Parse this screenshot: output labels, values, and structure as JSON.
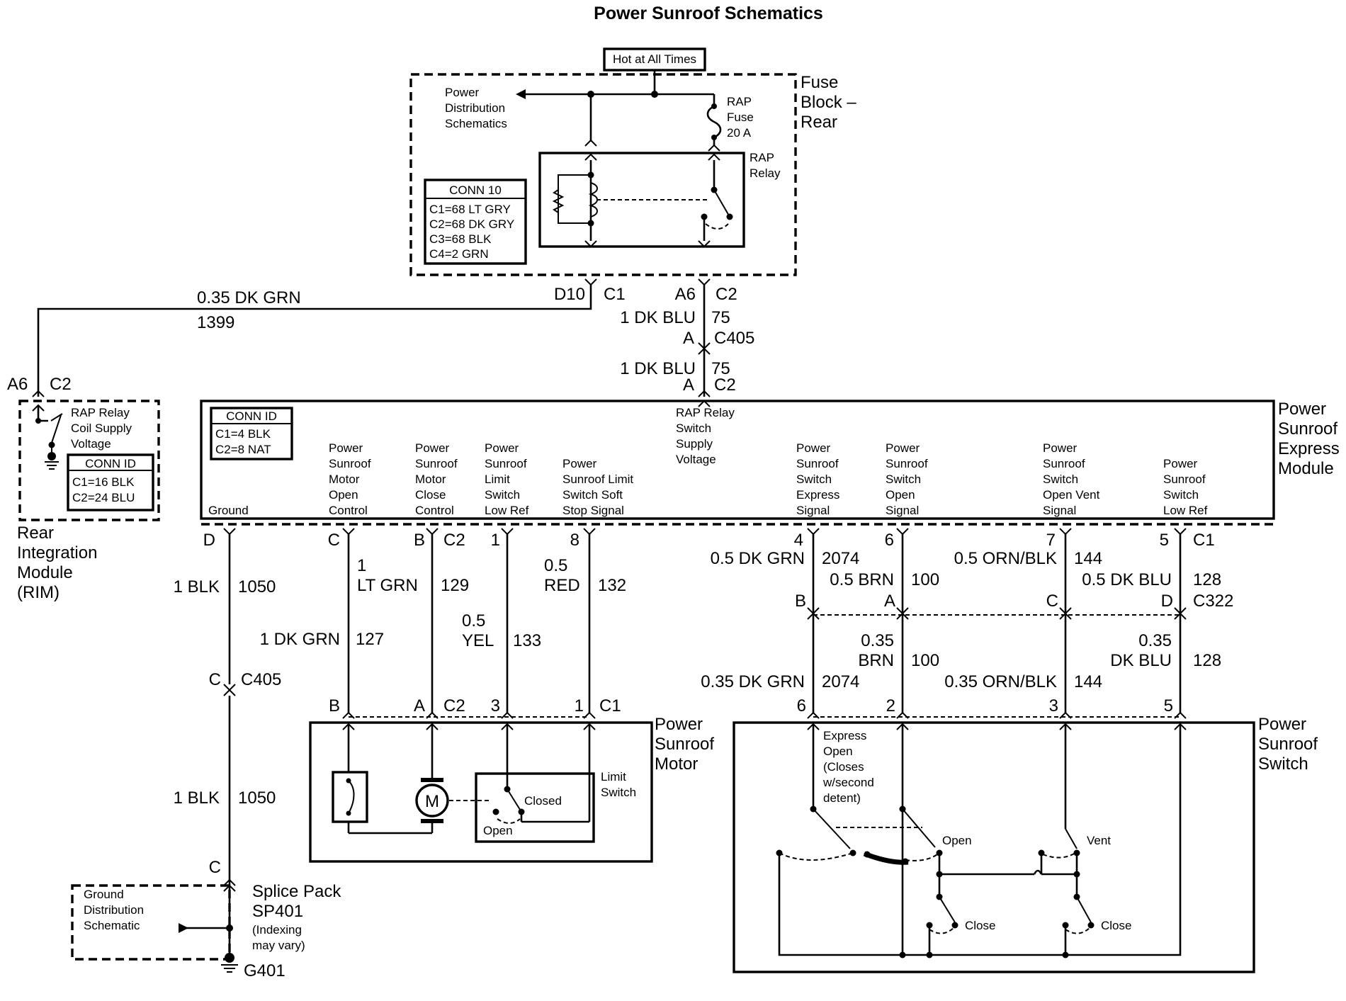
{
  "title": "Power Sunroof Schematics",
  "hot_at_all_times": "Hot at All Times",
  "fuse_block": {
    "name_lines": [
      "Fuse",
      "Block –",
      "Rear"
    ],
    "power_dist": [
      "Power",
      "Distribution",
      "Schematics"
    ],
    "rap_fuse": [
      "RAP",
      "Fuse",
      "20 A"
    ],
    "rap_relay": [
      "RAP",
      "Relay"
    ],
    "conn10": {
      "title": "CONN 10",
      "lines": [
        "C1=68 LT GRY",
        "C2=68 DK GRY",
        "C3=68 BLK",
        "C4=2 GRN"
      ]
    },
    "pins": {
      "d10": "D10",
      "c1": "C1",
      "a6": "A6",
      "c2": "C2"
    }
  },
  "wires": {
    "dk_grn_1399": {
      "gauge": "0.35 DK GRN",
      "circuit": "1399"
    },
    "dk_blu_75_top": {
      "gauge": "1 DK BLU",
      "circuit": "75"
    },
    "c405_pin": "A",
    "c405": "C405",
    "dk_blu_75_bottom": {
      "gauge": "1 DK BLU",
      "circuit": "75"
    },
    "module_pin_a": "A",
    "module_conn_c2": "C2"
  },
  "rim": {
    "pin_a6": "A6",
    "pin_c2": "C2",
    "supply": [
      "RAP Relay",
      "Coil Supply",
      "Voltage"
    ],
    "conn_title": "CONN ID",
    "conn_lines": [
      "C1=16 BLK",
      "C2=24 BLU"
    ],
    "name_lines": [
      "Rear",
      "Integration",
      "Module",
      "(RIM)"
    ]
  },
  "express_module": {
    "name_lines": [
      "Power",
      "Sunroof",
      "Express",
      "Module"
    ],
    "conn_title": "CONN ID",
    "conn_lines": [
      "C1=4 BLK",
      "C2=8 NAT"
    ],
    "rap_switch_supply": [
      "RAP Relay",
      "Switch",
      "Supply",
      "Voltage"
    ],
    "terminals": [
      {
        "label": [
          "Ground"
        ]
      },
      {
        "label": [
          "Power",
          "Sunroof",
          "Motor",
          "Open",
          "Control"
        ]
      },
      {
        "label": [
          "Power",
          "Sunroof",
          "Motor",
          "Close",
          "Control"
        ]
      },
      {
        "label": [
          "Power",
          "Sunroof",
          "Limit",
          "Switch",
          "Low Ref"
        ]
      },
      {
        "label": [
          "Power",
          "Sunroof Limit",
          "Switch Soft",
          "Stop Signal"
        ]
      },
      {
        "label": [
          "Power",
          "Sunroof",
          "Switch",
          "Express",
          "Signal"
        ]
      },
      {
        "label": [
          "Power",
          "Sunroof",
          "Switch",
          "Open",
          "Signal"
        ]
      },
      {
        "label": [
          "Power",
          "Sunroof",
          "Switch",
          "Open Vent",
          "Signal"
        ]
      },
      {
        "label": [
          "Power",
          "Sunroof",
          "Switch",
          "Low Ref"
        ]
      }
    ],
    "pins": {
      "d": "D",
      "c": "C",
      "b": "B",
      "c2": "C2",
      "p1": "1",
      "p8": "8",
      "p4": "4",
      "p6": "6",
      "p7": "7",
      "p5": "5",
      "c1": "C1"
    }
  },
  "left_circuits": {
    "blk_1050_a": {
      "gauge": "1 BLK",
      "circuit": "1050"
    },
    "lt_grn": {
      "gauge": "1",
      "color": "LT GRN",
      "circuit": "129"
    },
    "dk_grn_127": {
      "gauge": "1 DK GRN",
      "circuit": "127"
    },
    "yel": {
      "gauge": "0.5",
      "color": "YEL",
      "circuit": "133"
    },
    "red": {
      "gauge": "0.5",
      "color": "RED",
      "circuit": "132"
    },
    "c405_pin": "C",
    "c405": "C405",
    "blk_1050_b": {
      "gauge": "1 BLK",
      "circuit": "1050"
    },
    "c_pin": "C"
  },
  "motor": {
    "pins": {
      "b": "B",
      "a": "A",
      "c2": "C2",
      "p3": "3",
      "p1": "1",
      "c1": "C1"
    },
    "name_lines": [
      "Power",
      "Sunroof",
      "Motor"
    ],
    "motor_symbol": "M",
    "limit_switch": [
      "Limit",
      "Switch"
    ],
    "closed": "Closed",
    "open": "Open"
  },
  "right_circuits": {
    "dk_grn_2074": {
      "gauge": "0.5 DK GRN",
      "circuit": "2074"
    },
    "brn_100": {
      "gauge": "0.5 BRN",
      "circuit": "100"
    },
    "orn_blk_144": {
      "gauge": "0.5 ORN/BLK",
      "circuit": "144"
    },
    "dk_blu_128": {
      "gauge": "0.5 DK BLU",
      "circuit": "128"
    },
    "c322_pins": {
      "b": "B",
      "a": "A",
      "c": "C",
      "d": "D"
    },
    "c322": "C322",
    "brn_035": {
      "gauge": "0.35",
      "color": "BRN",
      "circuit": "100"
    },
    "dk_blu_035": {
      "gauge": "0.35",
      "color": "DK BLU",
      "circuit": "128"
    },
    "dk_grn_035": {
      "gauge": "0.35 DK GRN",
      "circuit": "2074"
    },
    "orn_blk_035": {
      "gauge": "0.35 ORN/BLK",
      "circuit": "144"
    },
    "switch_pins": {
      "p6": "6",
      "p2": "2",
      "p3": "3",
      "p5": "5"
    }
  },
  "switch": {
    "name_lines": [
      "Power",
      "Sunroof",
      "Switch"
    ],
    "express": [
      "Express",
      "Open",
      "(Closes",
      "w/second",
      "detent)"
    ],
    "open": "Open",
    "vent": "Vent",
    "close_a": "Close",
    "close_b": "Close"
  },
  "splice": {
    "ground_dist": [
      "Ground",
      "Distribution",
      "Schematic"
    ],
    "name_lines": [
      "Splice Pack",
      "SP401"
    ],
    "note": [
      "(Indexing",
      "may vary)"
    ],
    "ground": "G401"
  }
}
